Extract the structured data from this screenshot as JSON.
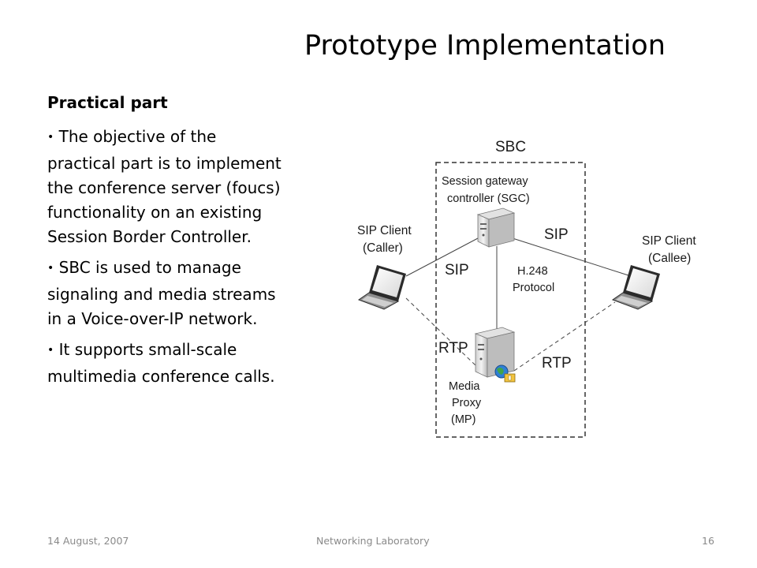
{
  "slide": {
    "title": "Prototype Implementation",
    "subheading": "Practical part",
    "bullets": [
      "The objective of the practical part is to implement the conference server (foucs) functionality on an existing Session Border Controller.",
      "SBC is used to manage signaling and media streams in a Voice-over-IP network.",
      "It supports small-scale multimedia conference calls."
    ]
  },
  "diagram": {
    "sbc_label": "SBC",
    "sgc_label_line1": "Session gateway",
    "sgc_label_line2": "controller (SGC)",
    "caller_label_line1": "SIP Client",
    "caller_label_line2": "(Caller)",
    "callee_label_line1": "SIP Client",
    "callee_label_line2": "(Callee)",
    "sip_left": "SIP",
    "sip_right": "SIP",
    "h248_line1": "H.248",
    "h248_line2": "Protocol",
    "rtp_left": "RTP",
    "rtp_right": "RTP",
    "mp_line1": "Media",
    "mp_line2": "Proxy",
    "mp_line3": "(MP)"
  },
  "footer": {
    "date": "14 August, 2007",
    "center": "Networking Laboratory",
    "page": "16"
  }
}
